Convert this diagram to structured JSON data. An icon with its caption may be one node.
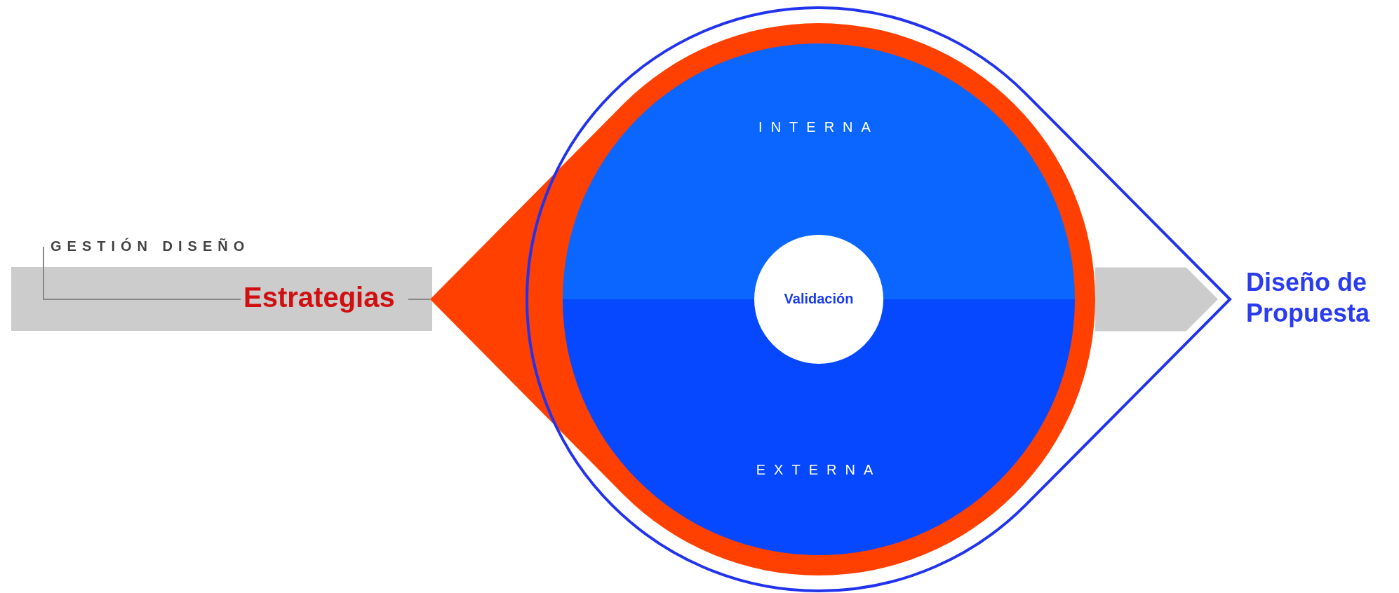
{
  "diagram": {
    "nodes": [
      {
        "text": [
          "GESTIÓN DISEÑO"
        ]
      },
      {
        "text": [
          "Estrategias"
        ]
      },
      {
        "text": [],
        "shape": "circle"
      },
      {
        "text": [
          "INTERNA"
        ],
        "in": 2
      },
      {
        "text": [
          "EXTERNA"
        ],
        "in": 2
      },
      {
        "text": [
          "Validación"
        ],
        "in": 2
      },
      {
        "text": [
          "Diseño de Propuesta"
        ]
      }
    ],
    "edges": [
      {
        "from": 0,
        "to": 1,
        "arrow": "none"
      },
      {
        "from": 1,
        "to": 2,
        "arrow": "none"
      },
      {
        "from": 2,
        "to": 6,
        "arrow": "to",
        "style": "thick",
        "color": "#cccccc"
      }
    ]
  }
}
